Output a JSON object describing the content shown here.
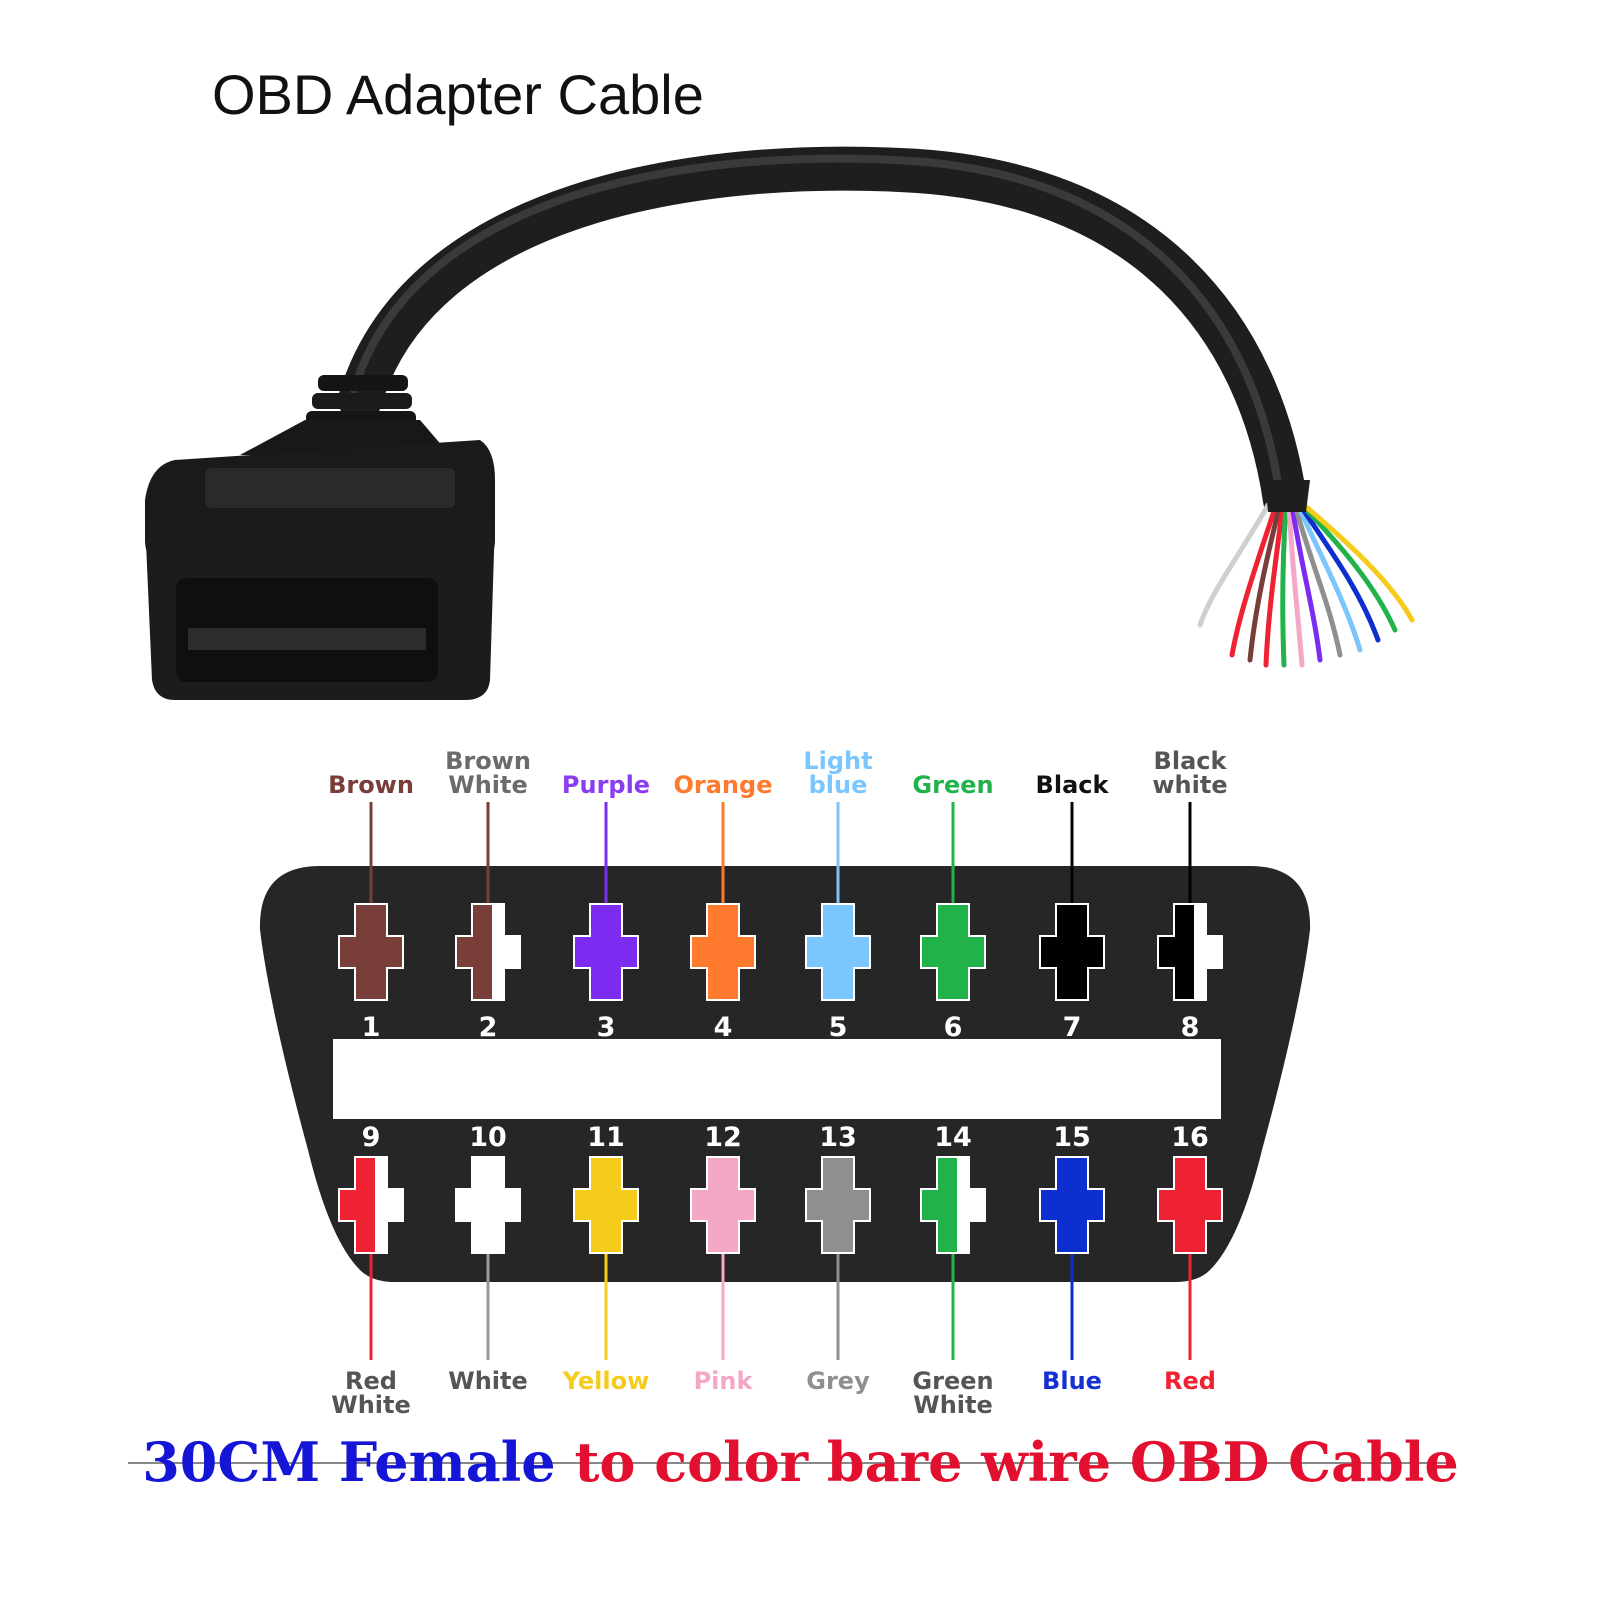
{
  "title": "OBD Adapter Cable",
  "footer": {
    "part_blue": "30CM Female",
    "part_red": "to color bare wire OBD Cable",
    "blue_color": "#1515d6",
    "red_color": "#e2102e"
  },
  "pins_top": [
    {
      "num": "1",
      "label": [
        "Brown"
      ],
      "color": "#7a3e3a",
      "stripe": null,
      "label_color": "#7a3e3a"
    },
    {
      "num": "2",
      "label": [
        "Brown",
        "White"
      ],
      "color": "#7a3e3a",
      "stripe": "#ffffff",
      "label_color": "#6b6b6b"
    },
    {
      "num": "3",
      "label": [
        "Purple"
      ],
      "color": "#7b2cf0",
      "stripe": null,
      "label_color": "#8a3cf0"
    },
    {
      "num": "4",
      "label": [
        "Orange"
      ],
      "color": "#ff7a2e",
      "stripe": null,
      "label_color": "#ff7a2e"
    },
    {
      "num": "5",
      "label": [
        "Light",
        "blue"
      ],
      "color": "#7cc6ff",
      "stripe": null,
      "label_color": "#7cc6ff"
    },
    {
      "num": "6",
      "label": [
        "Green"
      ],
      "color": "#22b24a",
      "stripe": null,
      "label_color": "#22b24a"
    },
    {
      "num": "7",
      "label": [
        "Black"
      ],
      "color": "#000000",
      "stripe": null,
      "label_color": "#111111"
    },
    {
      "num": "8",
      "label": [
        "Black",
        "white"
      ],
      "color": "#000000",
      "stripe": "#ffffff",
      "label_color": "#555555"
    }
  ],
  "pins_bottom": [
    {
      "num": "9",
      "label": [
        "Red",
        "White"
      ],
      "color": "#ee2233",
      "stripe": "#ffffff",
      "label_color": "#555555"
    },
    {
      "num": "10",
      "label": [
        "White"
      ],
      "color": "#ffffff",
      "stripe": null,
      "label_color": "#555555"
    },
    {
      "num": "11",
      "label": [
        "Yellow"
      ],
      "color": "#f5cc1c",
      "stripe": null,
      "label_color": "#f5cc1c"
    },
    {
      "num": "12",
      "label": [
        "Pink"
      ],
      "color": "#f4a7c6",
      "stripe": null,
      "label_color": "#f4a7c6"
    },
    {
      "num": "13",
      "label": [
        "Grey"
      ],
      "color": "#8f8f8f",
      "stripe": null,
      "label_color": "#8f8f8f"
    },
    {
      "num": "14",
      "label": [
        "Green",
        "White"
      ],
      "color": "#22b24a",
      "stripe": "#ffffff",
      "label_color": "#555555"
    },
    {
      "num": "15",
      "label": [
        "Blue"
      ],
      "color": "#0d2fcf",
      "stripe": null,
      "label_color": "#1530d0"
    },
    {
      "num": "16",
      "label": [
        "Red"
      ],
      "color": "#ee2233",
      "stripe": null,
      "label_color": "#ee2233"
    }
  ]
}
